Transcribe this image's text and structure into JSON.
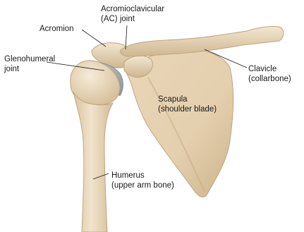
{
  "labels": {
    "acromioclavicular": {
      "line1": "Acromioclavicular",
      "line2": "(AC) joint"
    },
    "acromion": {
      "line1": "Acromion"
    },
    "glenohumeral": {
      "line1": "Glenohumeral",
      "line2": "joint"
    },
    "clavicle": {
      "line1": "Clavicle",
      "line2": "(collarbone)"
    },
    "scapula": {
      "line1": "Scapula",
      "line2": "(shoulder blade)"
    },
    "humerus": {
      "line1": "Humerus",
      "line2": "(upper arm bone)"
    }
  },
  "colors": {
    "bone": "#ecdcc0",
    "bone_shadow": "#c9b08a",
    "cartilage": "#a9aeb4",
    "leader": "#1a1a1a"
  }
}
